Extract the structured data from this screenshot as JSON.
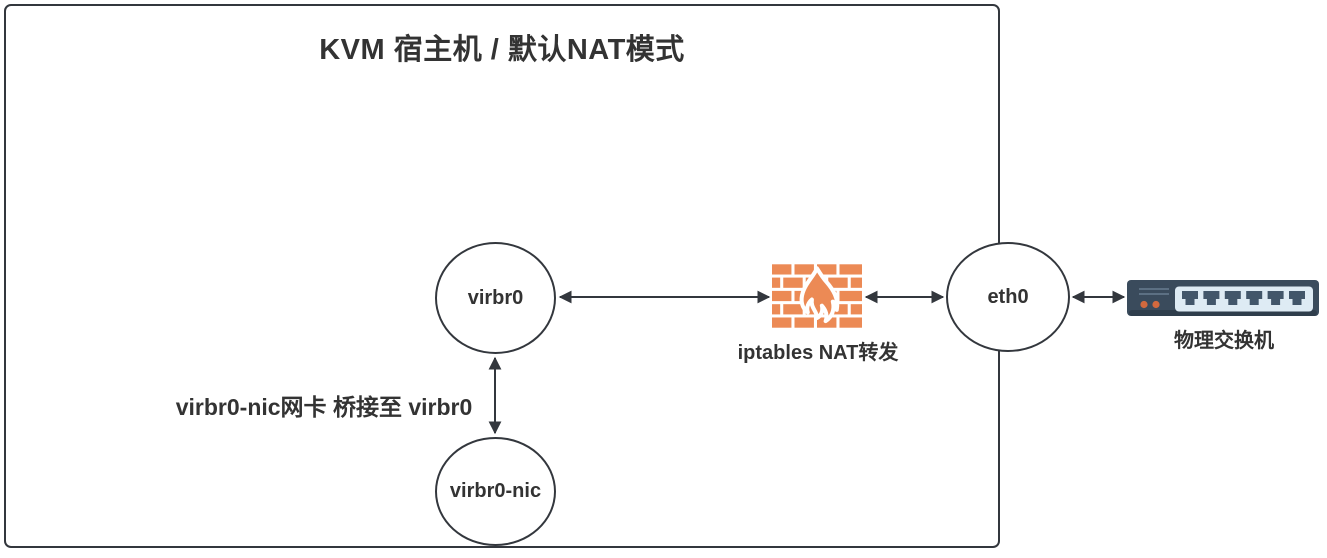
{
  "diagram": {
    "title": "KVM 宿主机 / 默认NAT模式"
  },
  "nodes": {
    "virbr0": {
      "label": "virbr0",
      "shape": "circle"
    },
    "virbr0_nic": {
      "label": "virbr0-nic",
      "shape": "circle"
    },
    "eth0": {
      "label": "eth0",
      "shape": "circle"
    },
    "firewall": {
      "label": "iptables NAT转发",
      "icon": "firewall-icon"
    },
    "switch": {
      "label": "物理交换机",
      "icon": "network-switch-icon"
    }
  },
  "annotations": {
    "bridge_note": "virbr0-nic网卡 桥接至 virbr0"
  },
  "edges": [
    {
      "from": "virbr0",
      "to": "firewall",
      "arrows": "both",
      "orientation": "horizontal"
    },
    {
      "from": "firewall",
      "to": "eth0",
      "arrows": "both",
      "orientation": "horizontal"
    },
    {
      "from": "eth0",
      "to": "switch",
      "arrows": "both",
      "orientation": "horizontal"
    },
    {
      "from": "virbr0",
      "to": "virbr0_nic",
      "arrows": "both",
      "orientation": "vertical"
    }
  ],
  "colors": {
    "stroke": "#33373d",
    "text": "#333333",
    "firewall_brick_orange": "#EC8A55",
    "switch_body": "#3A4B5C",
    "switch_body_shadow": "#2F3E4C",
    "switch_panel": "#DEEBF4",
    "switch_port": "#42566A",
    "switch_led_orange": "#D2693E",
    "background": "#FFFFFF"
  }
}
